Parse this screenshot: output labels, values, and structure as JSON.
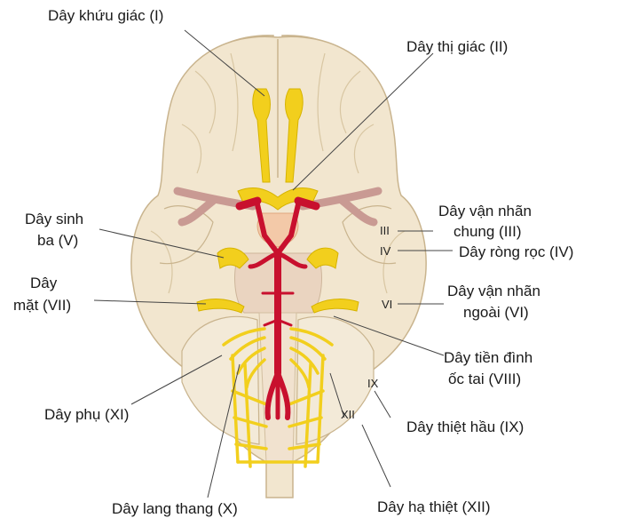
{
  "labels": {
    "olfactory": "Dây khứu giác (I)",
    "optic": "Dây thị giác (II)",
    "trigeminal_1": "Dây sinh",
    "trigeminal_2": "ba (V)",
    "oculomotor_1": "Dây vận nhãn",
    "oculomotor_2": "chung (III)",
    "trochlear": "Dây ròng rọc (IV)",
    "facial_1": "Dây",
    "facial_2": "mặt (VII)",
    "abducens_1": "Dây vận nhãn",
    "abducens_2": "ngoài (VI)",
    "vestibulocochlear_1": "Dây tiền đình",
    "vestibulocochlear_2": "ốc tai (VIII)",
    "accessory": "Dây phụ (XI)",
    "glossopharyngeal": "Dây thiệt hầu (IX)",
    "vagus": "Dây lang thang (X)",
    "hypoglossal": "Dây hạ thiệt (XII)"
  },
  "numerals": {
    "iii": "III",
    "iv": "IV",
    "vi": "VI",
    "ix": "IX",
    "xii": "XII"
  },
  "colors": {
    "brain": "#f2e6cf",
    "brain_outline": "#c9b48e",
    "nerve": "#f2cf1d",
    "artery": "#c8102e",
    "vessel_pink": "#c99a93"
  }
}
